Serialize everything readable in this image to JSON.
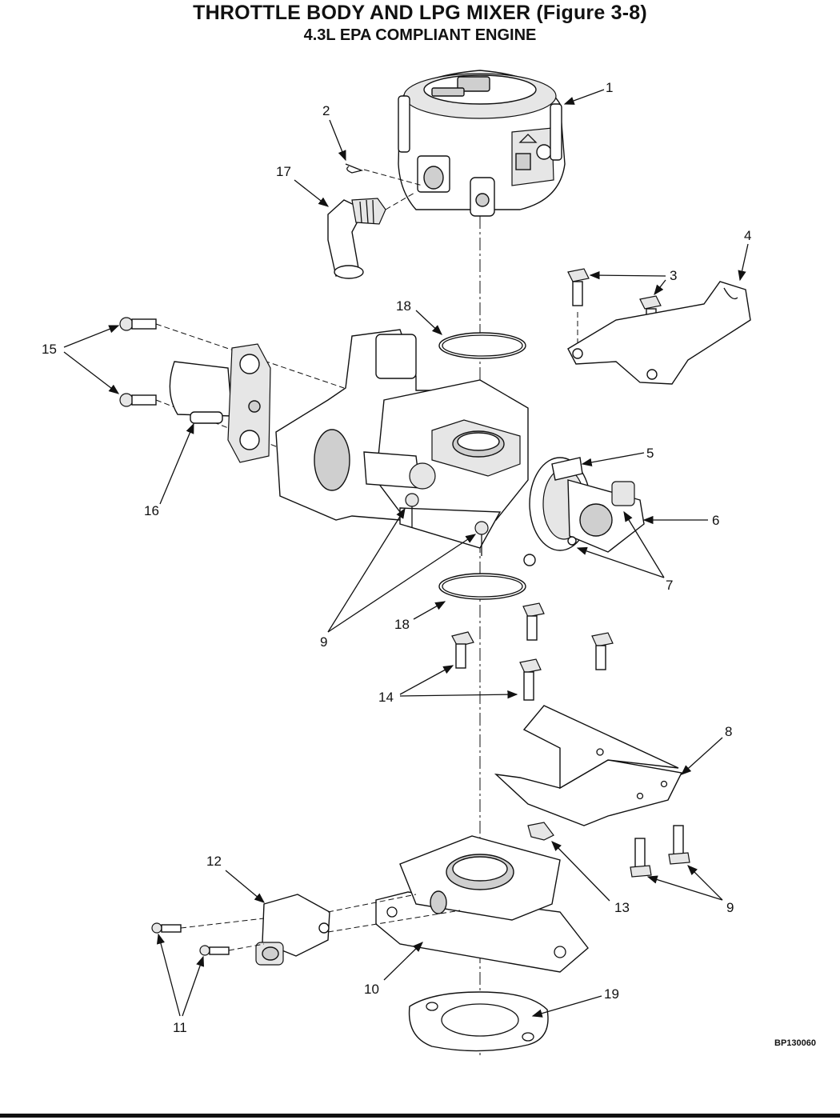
{
  "title": "THROTTLE BODY AND LPG MIXER (Figure 3-8)",
  "subtitle": "4.3L EPA COMPLIANT ENGINE",
  "figure_code": "BP130060",
  "callouts": {
    "c1": "1",
    "c2": "2",
    "c3": "3",
    "c4": "4",
    "c5": "5",
    "c6": "6",
    "c7": "7",
    "c8": "8",
    "c9a": "9",
    "c9b": "9",
    "c10": "10",
    "c11": "11",
    "c12": "12",
    "c13": "13",
    "c14": "14",
    "c15": "15",
    "c16": "16",
    "c17": "17",
    "c18a": "18",
    "c18b": "18",
    "c19": "19"
  }
}
